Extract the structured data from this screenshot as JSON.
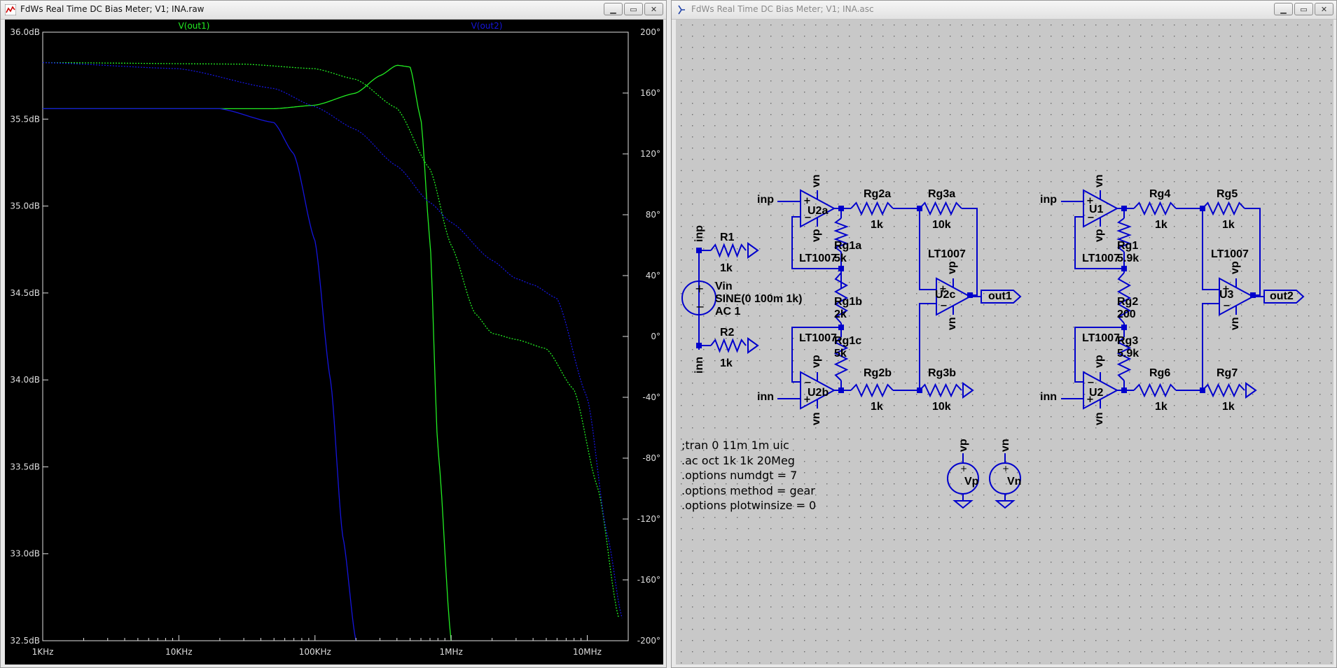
{
  "plot_window": {
    "title": "FdWs Real Time DC Bias Meter; V1; INA.raw",
    "trace1_label": "V(out1)",
    "trace2_label": "V(out2)",
    "trace1_color": "#22ee22",
    "trace2_color": "#1515dd",
    "controls": [
      "minimize",
      "maximize",
      "close"
    ]
  },
  "schematic_window": {
    "title": "FdWs Real Time DC Bias Meter; V1; INA.asc",
    "controls": [
      "minimize",
      "maximize",
      "close"
    ],
    "wire_color": "#0000cc",
    "background": "#c8c8c8"
  },
  "chart_data": {
    "type": "line",
    "xscale": "log",
    "xlim": [
      "1KHz",
      "20MHz"
    ],
    "x_ticks": [
      "1KHz",
      "10KHz",
      "100KHz",
      "1MHz",
      "10MHz"
    ],
    "ylim_left": [
      32.5,
      36.0
    ],
    "y_ticks_left": [
      "36.0dB",
      "35.5dB",
      "35.0dB",
      "34.5dB",
      "34.0dB",
      "33.5dB",
      "33.0dB",
      "32.5dB"
    ],
    "ylim_right": [
      -200,
      200
    ],
    "y_ticks_right": [
      "200°",
      "160°",
      "120°",
      "80°",
      "40°",
      "0°",
      "-40°",
      "-80°",
      "-120°",
      "-160°",
      "-200°"
    ],
    "series": [
      {
        "name": "V(out1)",
        "color": "#22ee22",
        "kind": "magnitude",
        "x": [
          1000,
          10000,
          50000,
          100000,
          200000,
          300000,
          400000,
          500000,
          600000,
          700000,
          800000,
          1000000
        ],
        "y": [
          35.56,
          35.56,
          35.56,
          35.58,
          35.65,
          35.75,
          35.81,
          35.8,
          35.5,
          34.8,
          33.6,
          32.5
        ]
      },
      {
        "name": "V(out1)",
        "color": "#22ee22",
        "kind": "phase",
        "x": [
          1000,
          30000,
          100000,
          200000,
          400000,
          700000,
          1000000,
          1500000,
          2000000,
          3000000,
          5000000,
          8000000,
          12000000,
          17000000
        ],
        "y": [
          180,
          179,
          176,
          169,
          150,
          110,
          60,
          15,
          2,
          -2,
          -8,
          -35,
          -100,
          -185
        ]
      },
      {
        "name": "V(out2)",
        "color": "#1515dd",
        "kind": "magnitude",
        "x": [
          1000,
          20000,
          50000,
          70000,
          100000,
          130000,
          160000,
          200000
        ],
        "y": [
          35.56,
          35.56,
          35.48,
          35.3,
          34.8,
          34.0,
          33.1,
          32.5
        ]
      },
      {
        "name": "V(out2)",
        "color": "#1515dd",
        "kind": "phase",
        "x": [
          1000,
          10000,
          50000,
          100000,
          200000,
          400000,
          700000,
          1000000,
          2000000,
          3000000,
          4000000,
          6000000,
          10000000,
          14000000,
          18000000
        ],
        "y": [
          180,
          176,
          163,
          151,
          136,
          112,
          88,
          75,
          50,
          38,
          34,
          25,
          -40,
          -130,
          -185
        ]
      }
    ]
  },
  "schematic": {
    "netlabels": {
      "inp_top1": "inp",
      "inp_top2": "inp",
      "inn_bot1": "inn",
      "inn_bot2": "inn",
      "out1": "out1",
      "out2": "out2",
      "inp_v": "inp",
      "inn_v": "inn"
    },
    "resistors": {
      "R1": "R1",
      "R1v": "1k",
      "R2": "R2",
      "R2v": "1k",
      "Rg2a": "Rg2a",
      "Rg2av": "1k",
      "Rg3a": "Rg3a",
      "Rg3av": "10k",
      "Rg1a": "Rg1a",
      "Rg1av": "5k",
      "Rg1b": "Rg1b",
      "Rg1bv": "2k",
      "Rg1c": "Rg1c",
      "Rg1cv": "5k",
      "Rg2b": "Rg2b",
      "Rg2bv": "1k",
      "Rg3b": "Rg3b",
      "Rg3bv": "10k",
      "Rg4": "Rg4",
      "Rg4v": "1k",
      "Rg5": "Rg5",
      "Rg5v": "1k",
      "Rg1": "Rg1",
      "Rg1v": "5.9k",
      "Rg2": "Rg2",
      "Rg2v": "200",
      "Rg3": "Rg3",
      "Rg3v": "5.9k",
      "Rg6": "Rg6",
      "Rg6v": "1k",
      "Rg7": "Rg7",
      "Rg7v": "1k"
    },
    "opamps": {
      "U2a": "U2a",
      "U2b": "U2b",
      "U2c": "U2c",
      "U1": "U1",
      "U2": "U2",
      "U3": "U3",
      "model": "LT1007"
    },
    "supply_pins": {
      "vn": "vn",
      "vp": "vp"
    },
    "source": {
      "name": "Vin",
      "spec": "SINE(0 100m 1k)",
      "ac": "AC 1"
    },
    "supplies": {
      "vp": "Vp",
      "vn": "Vn"
    },
    "directives": [
      ";tran 0 11m 1m uic",
      ".ac oct 1k 1k 20Meg",
      ".options numdgt = 7",
      ".options method = gear",
      ".options plotwinsize = 0"
    ]
  }
}
